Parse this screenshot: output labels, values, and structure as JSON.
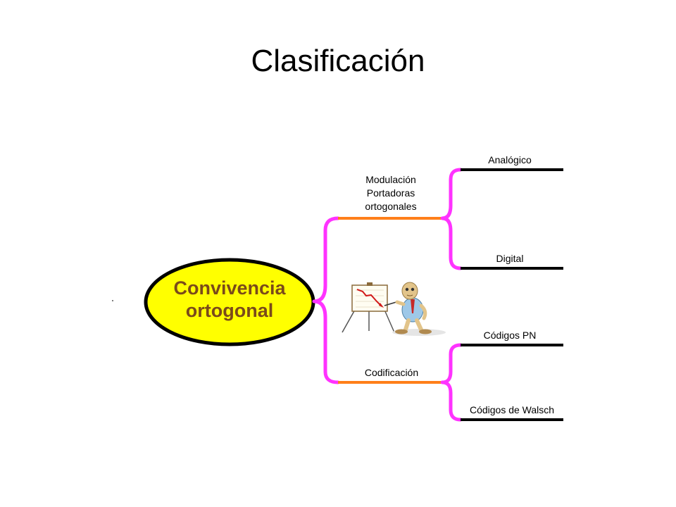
{
  "slide": {
    "title": "Clasificación"
  },
  "colors": {
    "root_fill": "#ffff00",
    "root_stroke": "#000000",
    "root_text": "#7a4a1a",
    "connector": "#ff33ff",
    "branch_line": "#ff7f1a",
    "leaf_line": "#000000"
  },
  "mindmap": {
    "root": {
      "line1": "Convivencia",
      "line2": "ortogonal"
    },
    "branches": [
      {
        "label_lines": [
          "Modulación",
          "Portadoras",
          "ortogonales"
        ],
        "leaves": [
          "Analógico",
          "Digital"
        ]
      },
      {
        "label_lines": [
          "Codificación"
        ],
        "leaves": [
          "Códigos PN",
          "Códigos de Walsch"
        ]
      }
    ]
  },
  "illustration": {
    "icon": "presenter-with-declining-chart-icon"
  }
}
